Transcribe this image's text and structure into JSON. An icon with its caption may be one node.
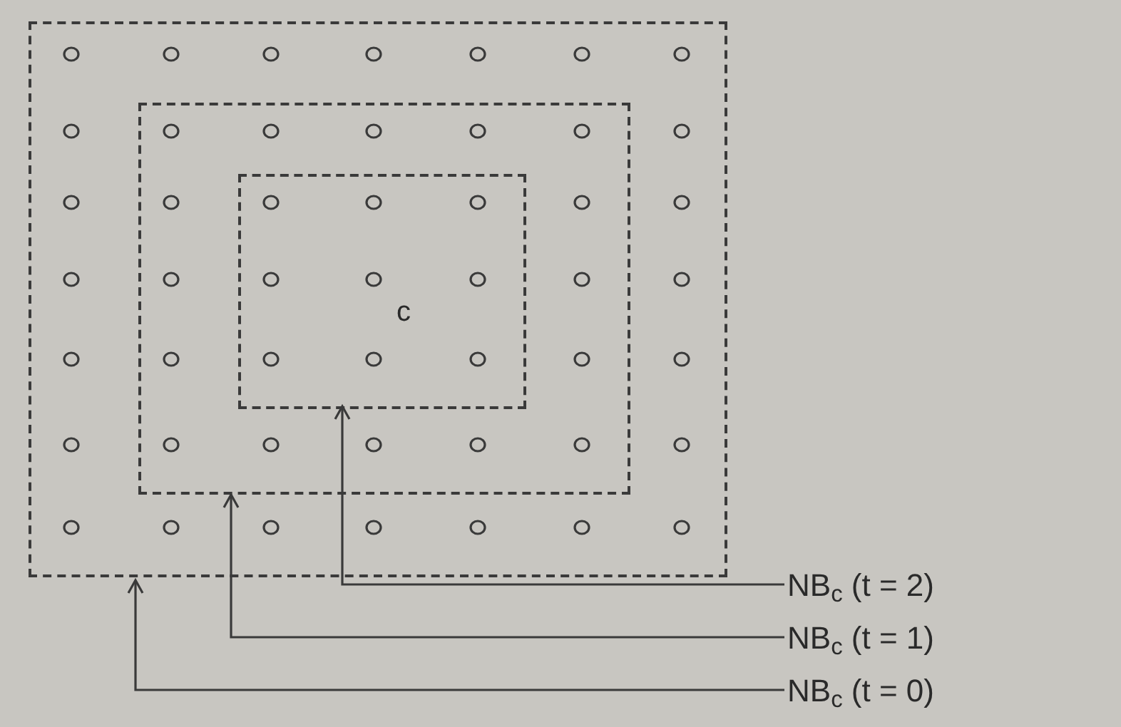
{
  "diagram": {
    "nodes": [
      {
        "text": [],
        "shape": "box"
      },
      {
        "text": [],
        "shape": "box",
        "in": 0
      },
      {
        "text": [],
        "shape": "box",
        "in": 1
      },
      {
        "text": [
          "NB$_{c}$ (t = 2)"
        ]
      },
      {
        "text": [
          "NB$_{c}$ (t = 1)"
        ]
      },
      {
        "text": [
          "NB$_{c}$ (t = 0)"
        ]
      }
    ],
    "edges": [
      {
        "from": 3,
        "to": 2,
        "arrow": "to"
      },
      {
        "from": 4,
        "to": 1,
        "arrow": "to"
      },
      {
        "from": 5,
        "to": 0,
        "arrow": "to"
      }
    ],
    "labels": [
      "c"
    ]
  }
}
